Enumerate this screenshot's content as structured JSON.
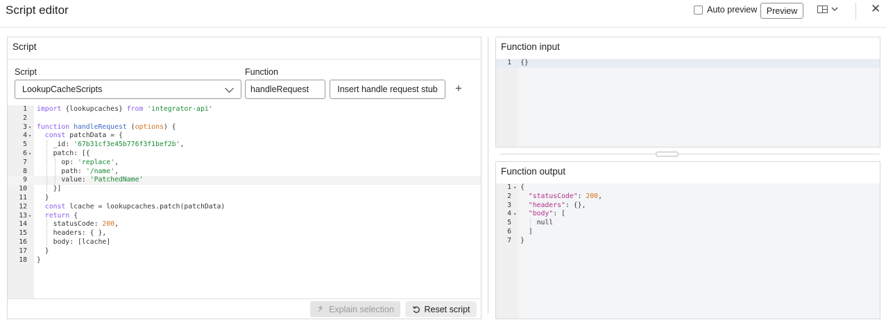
{
  "header": {
    "title": "Script editor",
    "auto_preview_label": "Auto preview",
    "auto_preview_checked": false,
    "preview_label": "Preview",
    "layout_icon": "layout-panel-icon",
    "close_icon": "✕"
  },
  "script_panel": {
    "title": "Script",
    "script_label": "Script",
    "script_value": "LookupCacheScripts",
    "function_label": "Function",
    "function_value": "handleRequest",
    "stub_button": "Insert handle request stub",
    "add_icon": "+",
    "explain_button": "Explain selection",
    "reset_button": "Reset script"
  },
  "code": [
    {
      "n": "1",
      "fold": "",
      "html": "<span class=\"kw\">import</span> {lookupcaches} <span class=\"kw\">from</span> <span class=\"str\">'integrator-api'</span>"
    },
    {
      "n": "2",
      "fold": "",
      "html": ""
    },
    {
      "n": "3",
      "fold": "▾",
      "html": "<span class=\"kw\">function</span> <span class=\"fn\">handleRequest</span> (<span class=\"param\">options</span>) {"
    },
    {
      "n": "4",
      "fold": "▾",
      "html": "  <span class=\"kw\">const</span> patchData = {"
    },
    {
      "n": "5",
      "fold": "",
      "html": "  <span class=\"guide\">│</span> _id: <span class=\"str\">'67b31cf3e45b776f3f1bef2b'</span>,"
    },
    {
      "n": "6",
      "fold": "▾",
      "html": "  <span class=\"guide\">│</span> patch: [{"
    },
    {
      "n": "7",
      "fold": "",
      "html": "  <span class=\"guide\">│</span> <span class=\"guide\">│</span> op: <span class=\"str\">'replace'</span>,"
    },
    {
      "n": "8",
      "fold": "",
      "html": "  <span class=\"guide\">│</span> <span class=\"guide\">│</span> path: <span class=\"str\">'/name'</span>,"
    },
    {
      "n": "9",
      "fold": "",
      "html": "  <span class=\"guide\">│</span> <span class=\"guide\">│</span> value: <span class=\"str\">'PatchedName'</span>"
    },
    {
      "n": "10",
      "fold": "",
      "html": "  <span class=\"guide\">│</span> }]"
    },
    {
      "n": "11",
      "fold": "",
      "html": "  }"
    },
    {
      "n": "12",
      "fold": "",
      "html": "  <span class=\"kw\">const</span> lcache = lookupcaches.patch(patchData)"
    },
    {
      "n": "13",
      "fold": "▾",
      "html": "  <span class=\"kw\">return</span> {"
    },
    {
      "n": "14",
      "fold": "",
      "html": "  <span class=\"guide\">│</span> statusCode: <span class=\"num\">200</span>,"
    },
    {
      "n": "15",
      "fold": "",
      "html": "  <span class=\"guide\">│</span> headers: { },"
    },
    {
      "n": "16",
      "fold": "",
      "html": "  <span class=\"guide\">│</span> body: [lcache]"
    },
    {
      "n": "17",
      "fold": "",
      "html": "  }"
    },
    {
      "n": "18",
      "fold": "",
      "html": "}"
    }
  ],
  "active_code_line": 9,
  "input_panel": {
    "title": "Function input",
    "lines": [
      {
        "n": "1",
        "fold": "",
        "html": "{}"
      }
    ]
  },
  "output_panel": {
    "title": "Function output",
    "lines": [
      {
        "n": "1",
        "fold": "▾",
        "html": "{"
      },
      {
        "n": "2",
        "fold": "",
        "html": "  <span class=\"jkey\">\"statusCode\"</span>: <span class=\"jnum\">200</span>,"
      },
      {
        "n": "3",
        "fold": "",
        "html": "  <span class=\"jkey\">\"headers\"</span>: {},"
      },
      {
        "n": "4",
        "fold": "▾",
        "html": "  <span class=\"jkey\">\"body\"</span>: ["
      },
      {
        "n": "5",
        "fold": "",
        "html": "  <span class=\"guide\">│</span> <span class=\"jnull\">null</span>"
      },
      {
        "n": "6",
        "fold": "",
        "html": "  ]"
      },
      {
        "n": "7",
        "fold": "",
        "html": "}"
      }
    ]
  }
}
